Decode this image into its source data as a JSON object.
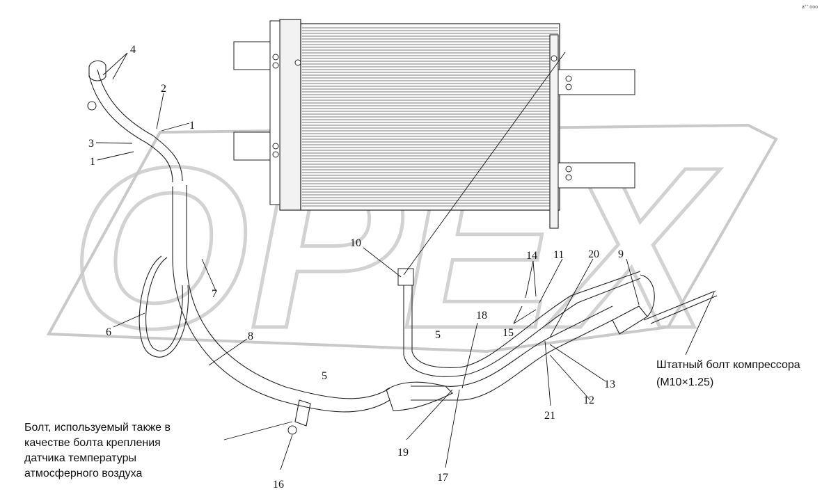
{
  "callouts": [
    {
      "id": "c1a",
      "text": "1"
    },
    {
      "id": "c1b",
      "text": "1"
    },
    {
      "id": "c2",
      "text": "2"
    },
    {
      "id": "c3",
      "text": "3"
    },
    {
      "id": "c4",
      "text": "4"
    },
    {
      "id": "c5a",
      "text": "5"
    },
    {
      "id": "c5b",
      "text": "5"
    },
    {
      "id": "c6",
      "text": "6"
    },
    {
      "id": "c7",
      "text": "7"
    },
    {
      "id": "c8",
      "text": "8"
    },
    {
      "id": "c9",
      "text": "9"
    },
    {
      "id": "c10",
      "text": "10"
    },
    {
      "id": "c11",
      "text": "11"
    },
    {
      "id": "c12",
      "text": "12"
    },
    {
      "id": "c13",
      "text": "13"
    },
    {
      "id": "c14",
      "text": "14"
    },
    {
      "id": "c15",
      "text": "15"
    },
    {
      "id": "c16",
      "text": "16"
    },
    {
      "id": "c17",
      "text": "17"
    },
    {
      "id": "c18",
      "text": "18"
    },
    {
      "id": "c19",
      "text": "19"
    },
    {
      "id": "c20",
      "text": "20"
    },
    {
      "id": "c21",
      "text": "21"
    }
  ],
  "notes": {
    "compressor_bolt": [
      "Штатный болт компрессора",
      "(М10×1.25)"
    ],
    "sensor_bolt": [
      "Болт, используемый также в",
      "качестве болта крепления",
      "датчика температуры",
      "атмосферного воздуха"
    ]
  },
  "watermark": "OPEX",
  "corner_mark": "a°° ooo"
}
